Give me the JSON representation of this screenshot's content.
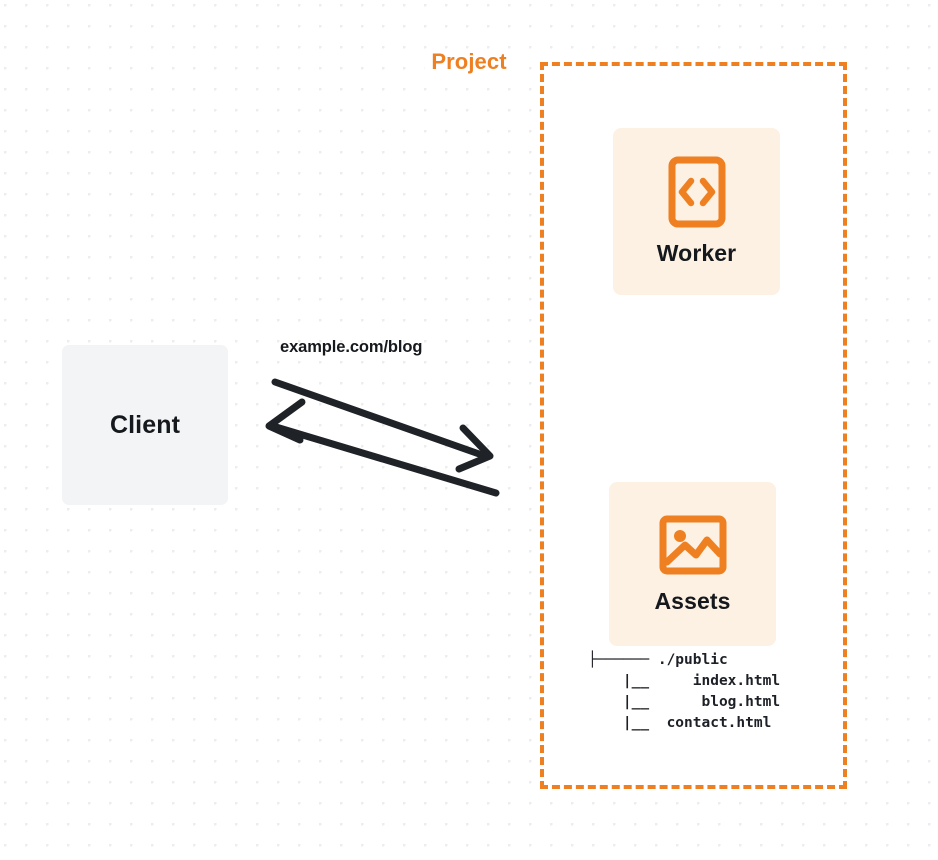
{
  "diagram": {
    "type": "architecture-flow",
    "background": {
      "style": "dot-grid",
      "dot_color": "#eceded",
      "base_color": "#ffffff"
    },
    "accent_color": "#ef8022",
    "card_color": "#fdf1e4",
    "text_color": "#15181c",
    "client": {
      "label": "Client",
      "fill": "#f3f4f5"
    },
    "connector": {
      "label": "example.com/blog",
      "stroke": "#1f2227",
      "directions": [
        "request-right",
        "response-left"
      ]
    },
    "project": {
      "title": "Project",
      "border_style": "dashed",
      "border_color": "#ef8022",
      "nodes": [
        {
          "name": "Worker",
          "icon": "code-document-icon",
          "icon_color": "#ef8022"
        },
        {
          "name": "Assets",
          "icon": "image-icon",
          "icon_color": "#ef8022"
        }
      ],
      "assets_tree": "├────── ./public\n    |__     index.html\n    |__      blog.html\n    |__  contact.html"
    }
  }
}
